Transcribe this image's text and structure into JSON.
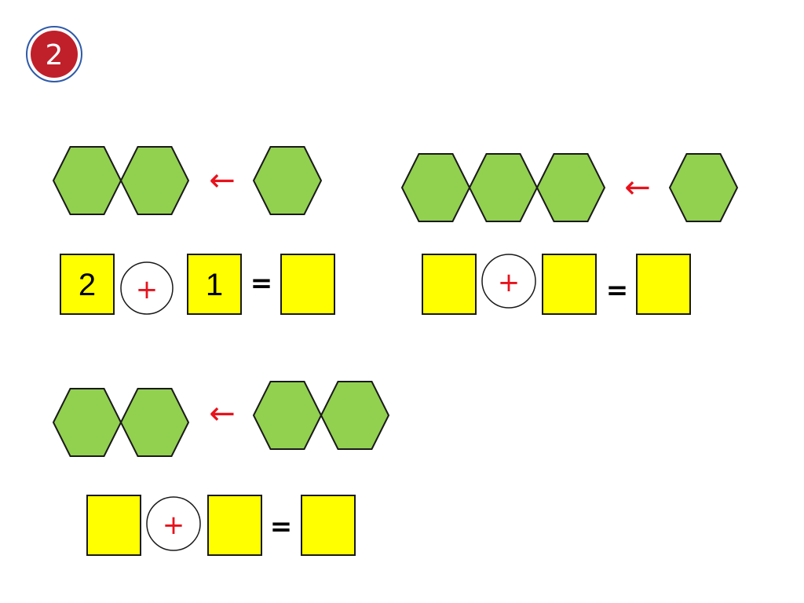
{
  "badge": {
    "label": "2",
    "fill": "#c0202a",
    "ring": "#2e5aa8"
  },
  "colors": {
    "hexagon_fill": "#92d050",
    "hexagon_stroke": "#1a1a1a",
    "answer_box_fill": "#ffff00",
    "operator_color": "#e8121c",
    "arrow_color": "#e8121c"
  },
  "arrow_glyph": "←",
  "operator_symbol": "+",
  "equals_symbol": "=",
  "problems": [
    {
      "group_a_count": 2,
      "group_b_count": 1,
      "box_1": "2",
      "box_2": "1",
      "box_result": ""
    },
    {
      "group_a_count": 3,
      "group_b_count": 1,
      "box_1": "",
      "box_2": "",
      "box_result": ""
    },
    {
      "group_a_count": 2,
      "group_b_count": 2,
      "box_1": "",
      "box_2": "",
      "box_result": ""
    }
  ]
}
